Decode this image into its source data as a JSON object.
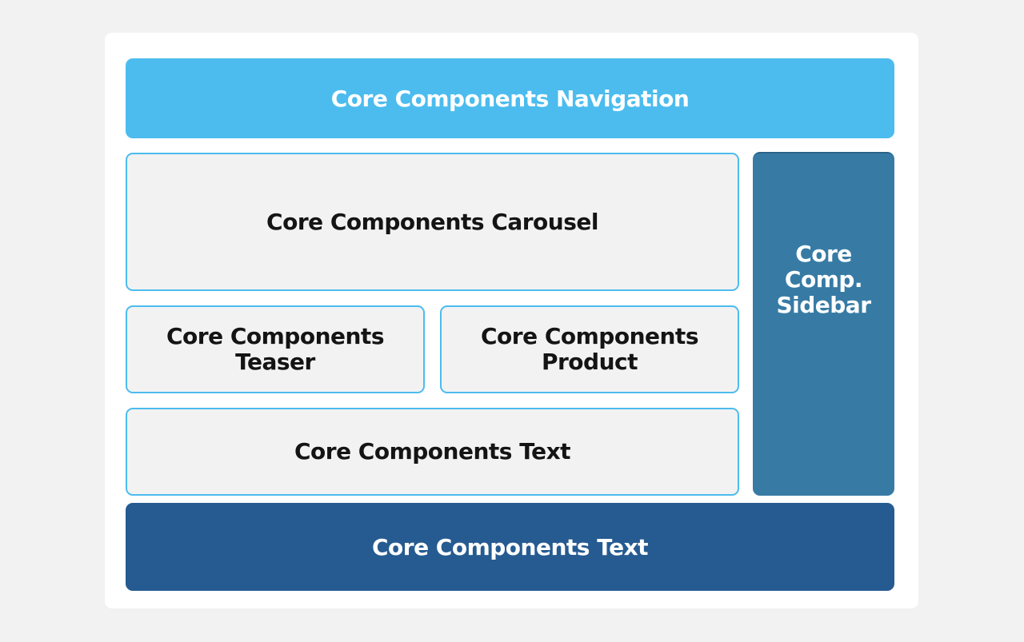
{
  "diagram": {
    "navigation": "Core Components Navigation",
    "carousel": "Core Components Carousel",
    "teaser": "Core Components\nTeaser",
    "product": "Core Components\nProduct",
    "text_block": "Core Components Text",
    "sidebar": "Core\nComp.\nSidebar",
    "footer_text": "Core Components Text"
  },
  "colors": {
    "navigation_bg": "#4cbcee",
    "outline": "#4cbcee",
    "sidebar_bg": "#377ba5",
    "footer_bg": "#255b91",
    "page_bg": "#f2f2f2"
  }
}
